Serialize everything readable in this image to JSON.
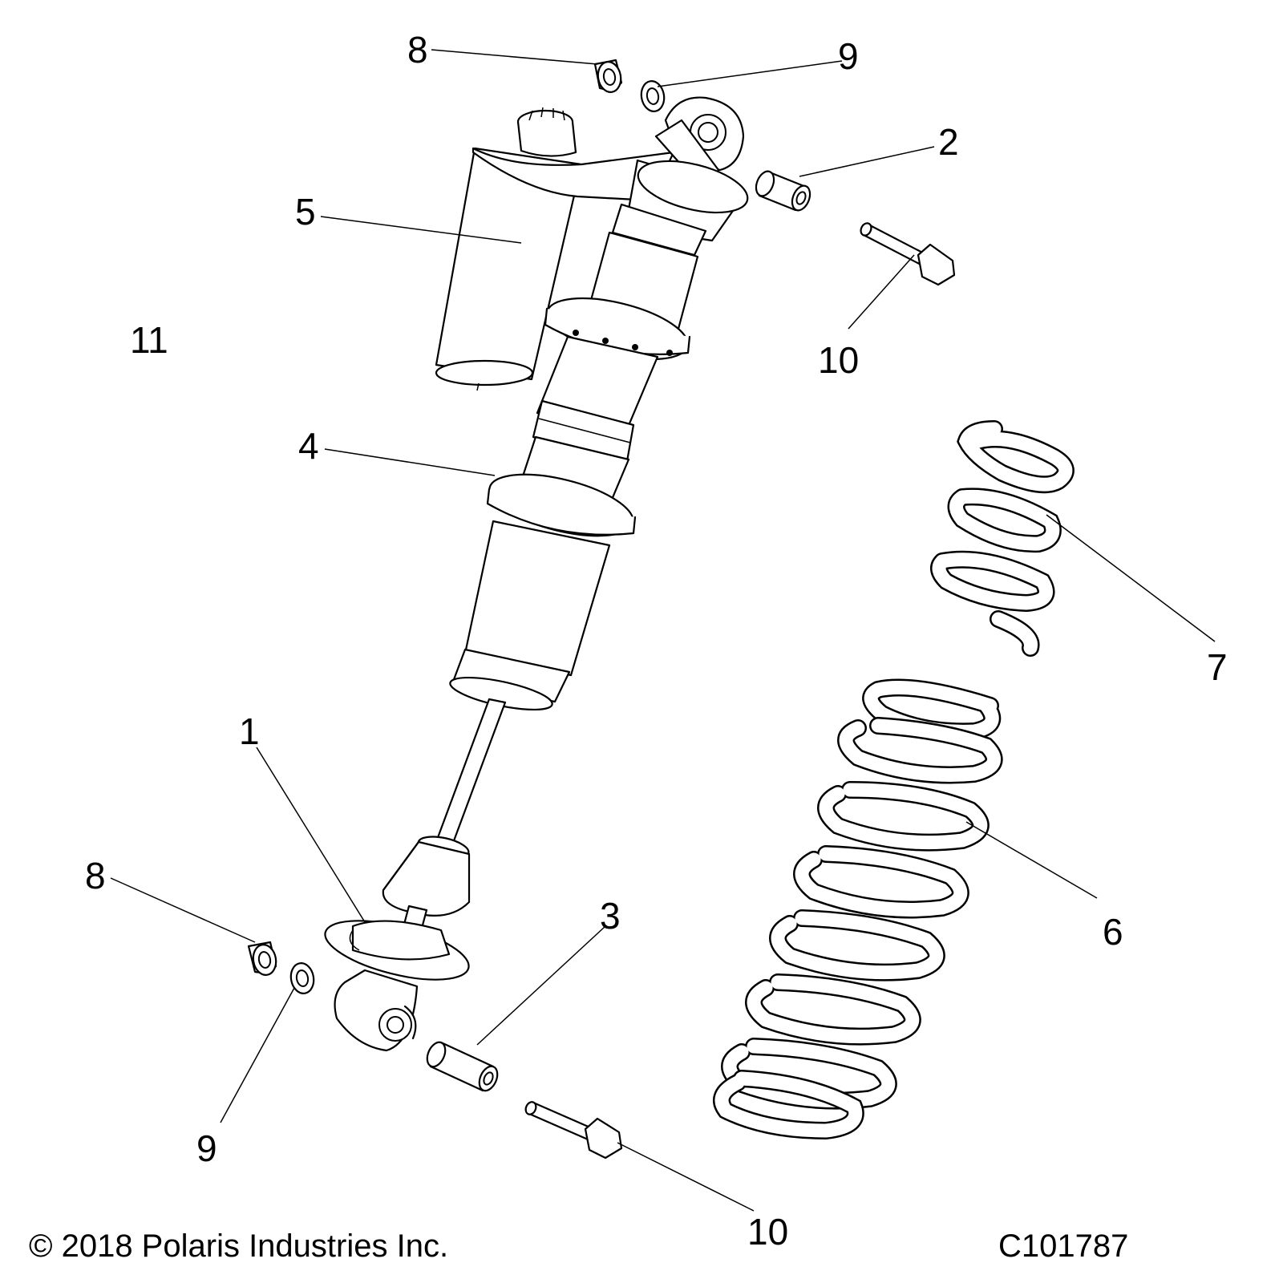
{
  "callouts": {
    "c8_top": "8",
    "c9_top": "9",
    "c2": "2",
    "c5": "5",
    "c11": "11",
    "c10_top": "10",
    "c4": "4",
    "c7": "7",
    "c1": "1",
    "c8_bottom": "8",
    "c3": "3",
    "c6": "6",
    "c9_bottom": "9",
    "c10_bottom": "10"
  },
  "footer": {
    "copyright": "© 2018 Polaris Industries Inc.",
    "drawing_number": "C101787"
  }
}
